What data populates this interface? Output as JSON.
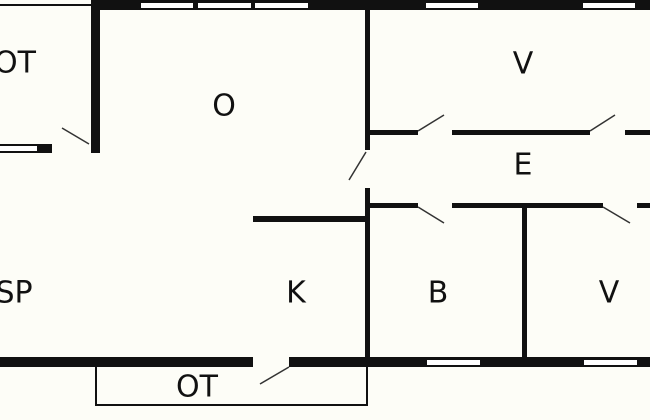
{
  "floor_plan": {
    "rooms": [
      {
        "id": "ot-top",
        "label": "OT"
      },
      {
        "id": "o",
        "label": "O"
      },
      {
        "id": "v-top",
        "label": "V"
      },
      {
        "id": "e",
        "label": "E"
      },
      {
        "id": "sp",
        "label": "SP"
      },
      {
        "id": "k",
        "label": "K"
      },
      {
        "id": "b",
        "label": "B"
      },
      {
        "id": "v-bottom",
        "label": "V"
      },
      {
        "id": "ot-bottom",
        "label": "OT"
      }
    ],
    "colors": {
      "wall": "#111111",
      "background": "#fdfdf7",
      "window": "#ffffff"
    }
  }
}
